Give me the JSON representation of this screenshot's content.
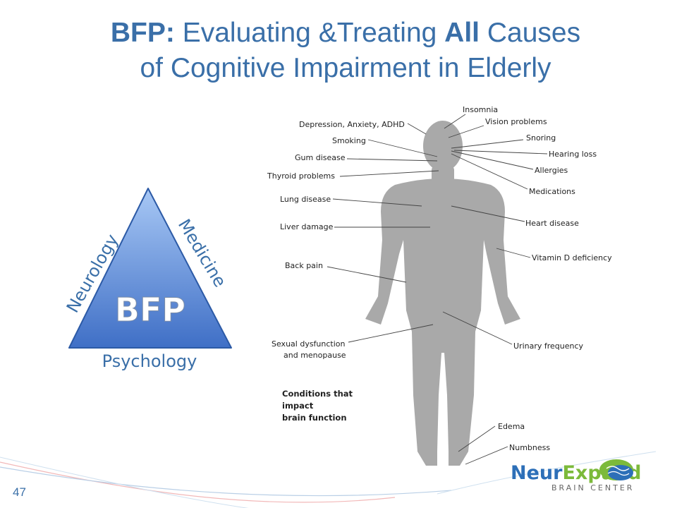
{
  "slide": {
    "title_part1": "BFP:",
    "title_part2": " Evaluating &Treating ",
    "title_part3": "All",
    "title_part4": " Causes",
    "title_line2": "of Cognitive Impairment in Elderly",
    "page_number": "47"
  },
  "triangle": {
    "center_label": "BFP",
    "left_label": "Neurology",
    "right_label": "Medicine",
    "bottom_label": "Psychology"
  },
  "body_diagram": {
    "caption_line1": "Conditions that",
    "caption_line2": "impact",
    "caption_line3": "brain function",
    "labels": {
      "insomnia": "Insomnia",
      "depression": "Depression, Anxiety, ADHD",
      "vision": "Vision problems",
      "smoking": "Smoking",
      "snoring": "Snoring",
      "gum": "Gum disease",
      "hearing": "Hearing loss",
      "thyroid": "Thyroid problems",
      "allergies": "Allergies",
      "medications": "Medications",
      "lung": "Lung disease",
      "heart": "Heart disease",
      "liver": "Liver damage",
      "vitamin": "Vitamin D deficiency",
      "back": "Back pain",
      "sexual1": "Sexual dysfunction",
      "sexual2": "and menopause",
      "urinary": "Urinary frequency",
      "edema": "Edema",
      "numbness": "Numbness"
    }
  },
  "logo": {
    "brand_part1": "Neur",
    "brand_part2": "Expand",
    "tagline": "BRAIN CENTER"
  },
  "colors": {
    "title_blue": "#3a6fa8",
    "triangle_top": "#a8c8f5",
    "triangle_bottom": "#3f6fc6",
    "body_gray": "#a9a9a9",
    "logo_blue": "#2d6fb8",
    "logo_green": "#7cba3a"
  }
}
